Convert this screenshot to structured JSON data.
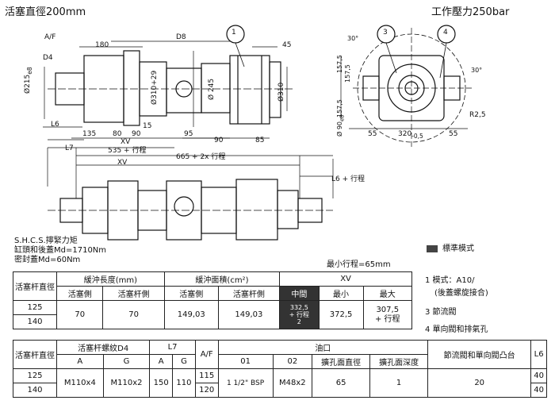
{
  "header": {
    "title_left": "活塞直徑200mm",
    "title_right": "工作壓力250bar"
  },
  "drawing": {
    "labels": {
      "af": "A/F",
      "d4": "D4",
      "d8": "D8",
      "dim_180": "180",
      "dim_45": "45",
      "dia_215": "Ø215",
      "dia_215_tol": "e8",
      "dia_310_29": "Ø310+29",
      "dia_245": "Ø 245",
      "dia_310": "Ø310",
      "l6": "L6",
      "l7": "L7",
      "dim_135": "135",
      "dim_80": "80",
      "dim_90_a": "90",
      "dim_15": "15",
      "dim_95": "95",
      "dim_90_b": "90",
      "dim_85": "85",
      "xv_top": "XV",
      "dim_535": "535 + 行程",
      "dim_665": "665 + 2x 行程",
      "xv_bottom": "XV",
      "l6_stroke": "L6 + 行程",
      "callout_1": "1",
      "callout_3": "3",
      "callout_4": "4",
      "angle_30_a": "30°",
      "angle_30_b": "30°",
      "dim_157_5_a": "157,5",
      "dim_157_5_b": "157,5",
      "dim_157_5_c": "157,5",
      "dia_90": "Ø 90",
      "dia_90_tol": "e8",
      "dim_55_a": "55",
      "dim_320": "320",
      "dim_320_tol": "-0,5",
      "dim_55_b": "55",
      "r25": "R2,5"
    }
  },
  "notes": {
    "shcs": "S.H.C.S.擰緊力矩",
    "md1": "缸頭和後蓋Md=1710Nm",
    "md2": "密封蓋Md=60Nm",
    "min_stroke": "最小行程=65mm",
    "legend_label": "標準模式",
    "legend_color": "#444444",
    "item1_a": "1  模式：A10/",
    "item1_b": "(後蓋螺旋接合)",
    "item3": "3  節流閥",
    "item4": "4  單向閥和排氣孔"
  },
  "table1": {
    "h_rod": "活塞杆直徑",
    "h_cushion_len": "緩沖長度(mm)",
    "h_cushion_area": "緩沖面積(cm²)",
    "h_xv": "XV",
    "h_piston_side": "活塞側",
    "h_rod_side": "活塞杆側",
    "h_piston_side2": "活塞側",
    "h_rod_side2": "活塞杆側",
    "h_mid": "中間",
    "h_min": "最小",
    "h_max": "最大",
    "rod_1": "125",
    "rod_2": "140",
    "len_piston": "70",
    "len_rod": "70",
    "area_piston": "149,03",
    "area_rod": "149,03",
    "mid_a": "332,5",
    "mid_b": "+ 行程",
    "mid_c": "2",
    "xv_min": "372,5",
    "xv_max_a": "307,5",
    "xv_max_b": "+ 行程"
  },
  "table2": {
    "h_rod": "活塞杆直徑",
    "h_thread": "活塞杆螺紋D4",
    "h_l7": "L7",
    "h_af": "A/F",
    "h_port": "油口",
    "h_throttle": "節流閥和單向閥凸台",
    "h_l6": "L6",
    "h_a1": "A",
    "h_g1": "G",
    "h_a2": "A",
    "h_g2": "G",
    "h_01": "01",
    "h_02": "02",
    "h_bore_dia": "擴孔面直徑",
    "h_bore_depth": "擴孔面深度",
    "rod_1": "125",
    "rod_2": "140",
    "thread_a": "M110x4",
    "thread_g": "M110x2",
    "l7_a": "150",
    "l7_g": "110",
    "af_1": "115",
    "af_2": "120",
    "port_01": "1 1/2\" BSP",
    "port_02": "M48x2",
    "bore_dia": "65",
    "bore_depth": "1",
    "throttle": "20",
    "l6_1": "40",
    "l6_2": "40"
  }
}
